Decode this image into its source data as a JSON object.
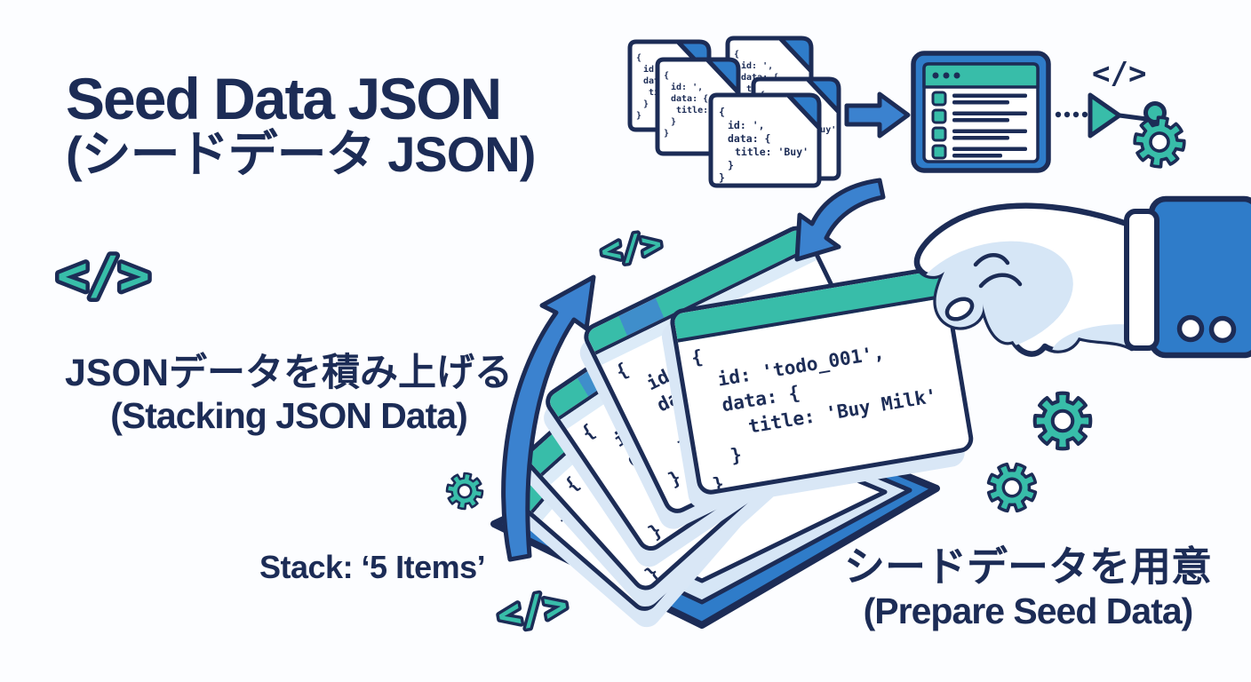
{
  "colors": {
    "navy": "#1c2c56",
    "teal": "#38bda9",
    "blue": "#2f7cc9",
    "light_blue": "#d6e6f6",
    "background": "#fcfdff"
  },
  "title": {
    "line1": "Seed Data JSON",
    "line2": "(シードデータ JSON)"
  },
  "captions": {
    "stacking_ja": "JSONデータを積み上げる",
    "stacking_en": "(Stacking JSON Data)",
    "stack_count": "Stack: ‘5 Items’",
    "prepare_ja": "シードデータを用意",
    "prepare_en": "(Prepare Seed Data)"
  },
  "seed_json": {
    "l1": "{",
    "l2": "  id: 'todo_001',",
    "l3": "  data: {",
    "l4": "    title: 'Buy Milk'",
    "l5": "  }",
    "l6": "}"
  },
  "doc_json": {
    "l1": "{",
    "l2": "id: ',",
    "l3": "data: {",
    "l4": "title: 'Buy'",
    "l5": "}",
    "l6": "}"
  },
  "icons": {
    "code_glyph": "</>"
  }
}
